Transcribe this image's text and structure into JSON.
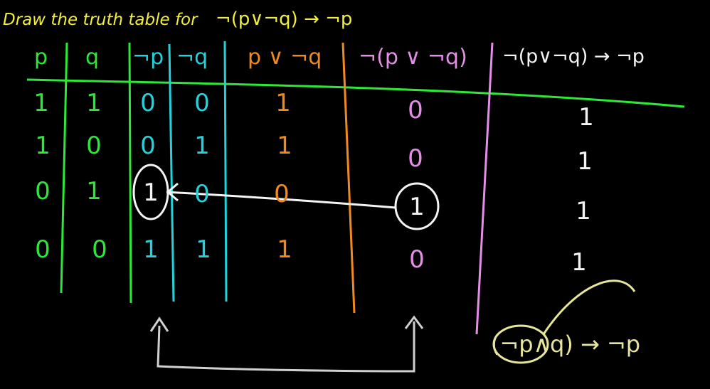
{
  "title": {
    "instruction": "Draw the truth table for",
    "formula": "¬(p∨¬q) → ¬p"
  },
  "headers": [
    "p",
    "q",
    "¬p",
    "¬q",
    "p ∨ ¬q",
    "¬(p ∨ ¬q)",
    "¬(p∨¬q) → ¬p"
  ],
  "rows": [
    [
      "1",
      "1",
      "0",
      "0",
      "1",
      "0",
      "1"
    ],
    [
      "1",
      "0",
      "0",
      "1",
      "1",
      "0",
      "1"
    ],
    [
      "0",
      "1",
      "1",
      "0",
      "0",
      "1",
      "1"
    ],
    [
      "0",
      "0",
      "1",
      "1",
      "1",
      "0",
      "1"
    ]
  ],
  "note": "(¬p∧q) → ¬p",
  "colors": {
    "title": "#f2ee3a",
    "p_q": "#2ee838",
    "negations": "#22d3dc",
    "disjunction": "#f08a1e",
    "negated_disjunction": "#e48ee8",
    "implication": "#f4f4f4",
    "note": "#e6e59a"
  }
}
